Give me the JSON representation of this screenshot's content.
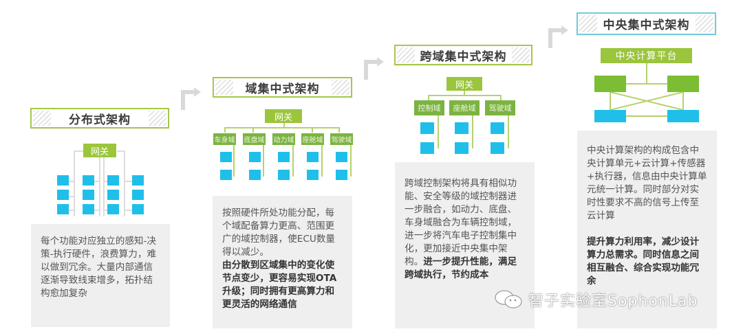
{
  "stages": [
    {
      "title": "分布式架构",
      "gateway": "网关",
      "domains": [],
      "description": [
        {
          "text": "每个功能对应独立的感知-决策-执行硬件，浪费算力，难以做到冗余。大量内部通信逐渐导致线束增多，拓扑结构愈加复杂",
          "bold": false
        }
      ]
    },
    {
      "title": "域集中式架构",
      "gateway": "网关",
      "domains": [
        "车身域",
        "底盘域",
        "动力域",
        "座舱域",
        "驾驶域"
      ],
      "description": [
        {
          "text": "按照硬件所处功能分配，每个域配备算力更高、范围更广的域控制器，使ECU数量得以减少。",
          "bold": false
        },
        {
          "text": "由分散到区域集中的变化使节点变少，更容易实现OTA升级；同时拥有更高算力和更灵活的网络通信",
          "bold": true
        }
      ]
    },
    {
      "title": "跨域集中式架构",
      "gateway": "网关",
      "domains": [
        "控制域",
        "座舱域",
        "驾驶域"
      ],
      "description": [
        {
          "text": "跨域控制架构将具有相似功能、安全等级的域控制器进一步融合，如动力、底盘、车身域融合为车辆控制域，进一步将汽车电子控制集中化，更加接近中央集中架构。",
          "bold": false
        },
        {
          "text": "进一步提升性能，满足跨域执行，节约成本",
          "bold": true
        }
      ]
    },
    {
      "title": "中央集中式架构",
      "gateway": "中央计算平台",
      "domains": [],
      "description": [
        {
          "text": "中央计算架构的构成包含中央计算单元+云计算+传感器+执行器，信息由中央计算单元统一计算。同时部分对实时性要求不高的信号上传至云计算",
          "bold": false
        },
        {
          "text": "提升算力利用率，减少设计算力总需求。同时信息之间相互融合、综合实现功能冗余",
          "bold": true
        }
      ]
    }
  ],
  "watermark": "智子实验室SophonLab",
  "colors": {
    "title_border_green": "#a8c74a",
    "title_border_blue": "#6fcbe0",
    "gateway_green": "#9bc53d",
    "domain_green": "#7cb342",
    "node_blue": "#1fbfea",
    "panel_gray": "#efefef",
    "arrow_gray": "#d9d9d9"
  }
}
